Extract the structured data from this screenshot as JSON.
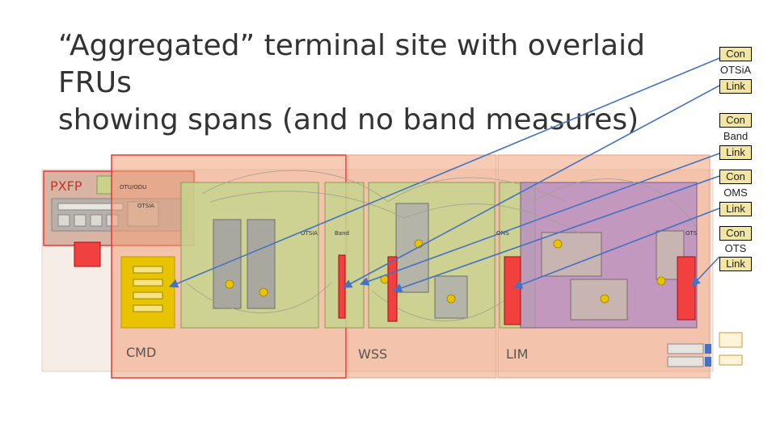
{
  "title": {
    "line1": "“Aggregated” terminal site with overlaid FRUs",
    "line2": "showing spans (and no band measures)"
  },
  "regions": {
    "pxfp": "PXFP",
    "cmd": "CMD",
    "wss": "WSS",
    "lim": "LIM"
  },
  "inner_labels": {
    "otu_odu": "OTU/ODU",
    "otsia_small": "OTSiA",
    "otsia_mid": "OTSiA",
    "band": "Band",
    "oms": "OMS",
    "ots": "OTS"
  },
  "connectors": [
    {
      "line1": "Con",
      "line2": "OTSiA",
      "line3": "Link"
    },
    {
      "line1": "Con",
      "line2": "Band",
      "line3": "Link"
    },
    {
      "line1": "Con",
      "line2": "OMS",
      "line3": "Link"
    },
    {
      "line1": "Con",
      "line2": "OTS",
      "line3": "Link"
    }
  ],
  "colors": {
    "fru_fill": "#f0a37a",
    "fru_border": "#e53935",
    "frame_green": "#c5d48c",
    "frame_purple": "#b389c6",
    "arrow": "#4472c4",
    "marker": "#f04040",
    "yellow_block": "#e8c400"
  }
}
